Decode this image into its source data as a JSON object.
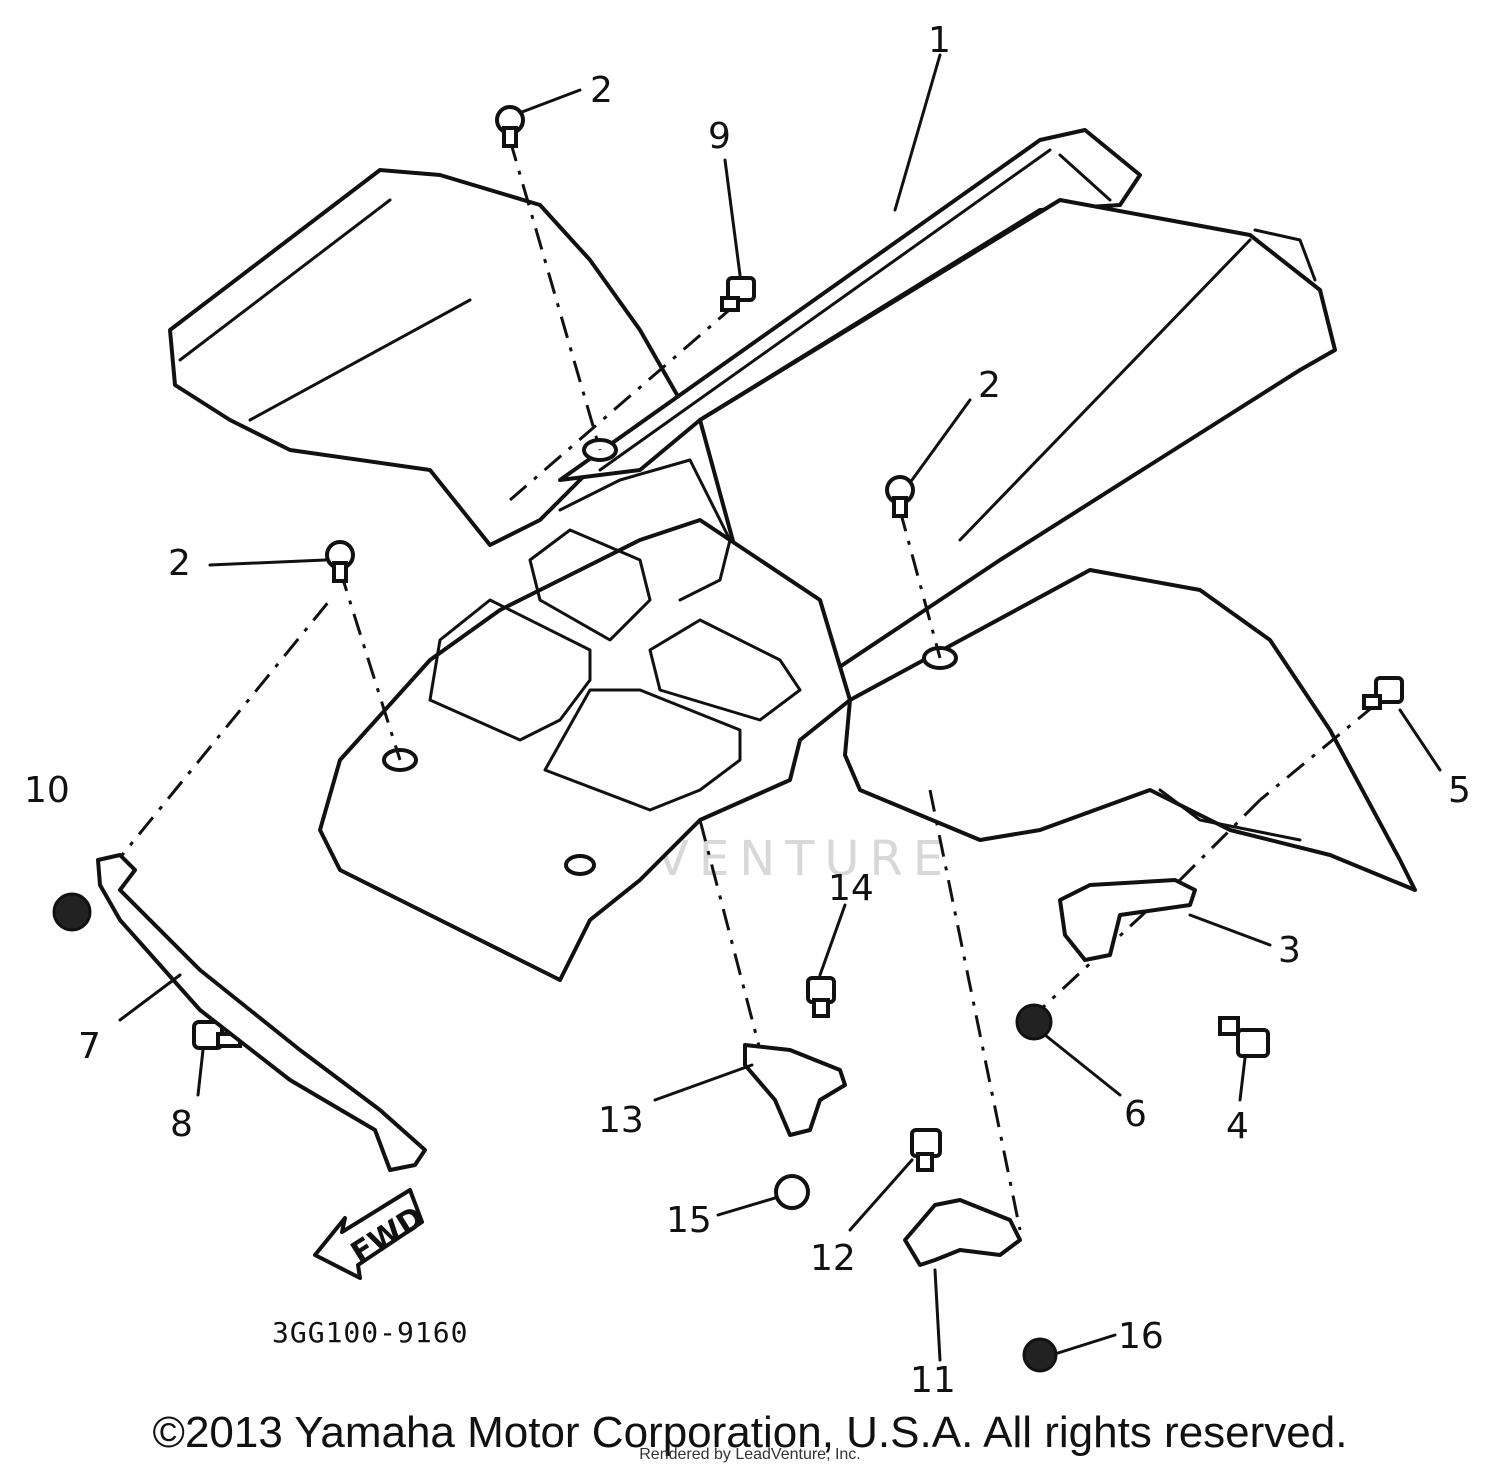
{
  "diagram": {
    "figure_code": "3GG100-9160",
    "direction_label": "FWD",
    "watermark": "LEADVENTURE",
    "callouts": [
      {
        "id": "c1",
        "label": "1"
      },
      {
        "id": "c2a",
        "label": "2"
      },
      {
        "id": "c2b",
        "label": "2"
      },
      {
        "id": "c2c",
        "label": "2"
      },
      {
        "id": "c3",
        "label": "3"
      },
      {
        "id": "c4",
        "label": "4"
      },
      {
        "id": "c5",
        "label": "5"
      },
      {
        "id": "c6",
        "label": "6"
      },
      {
        "id": "c7",
        "label": "7"
      },
      {
        "id": "c8",
        "label": "8"
      },
      {
        "id": "c9",
        "label": "9"
      },
      {
        "id": "c10",
        "label": "10"
      },
      {
        "id": "c11",
        "label": "11"
      },
      {
        "id": "c12",
        "label": "12"
      },
      {
        "id": "c13",
        "label": "13"
      },
      {
        "id": "c14",
        "label": "14"
      },
      {
        "id": "c15",
        "label": "15"
      },
      {
        "id": "c16",
        "label": "16"
      }
    ]
  },
  "footer": {
    "copyright": "©2013 Yamaha Motor Corporation, U.S.A. All rights reserved.",
    "rendered_by": "Rendered by LeadVenture, Inc."
  }
}
